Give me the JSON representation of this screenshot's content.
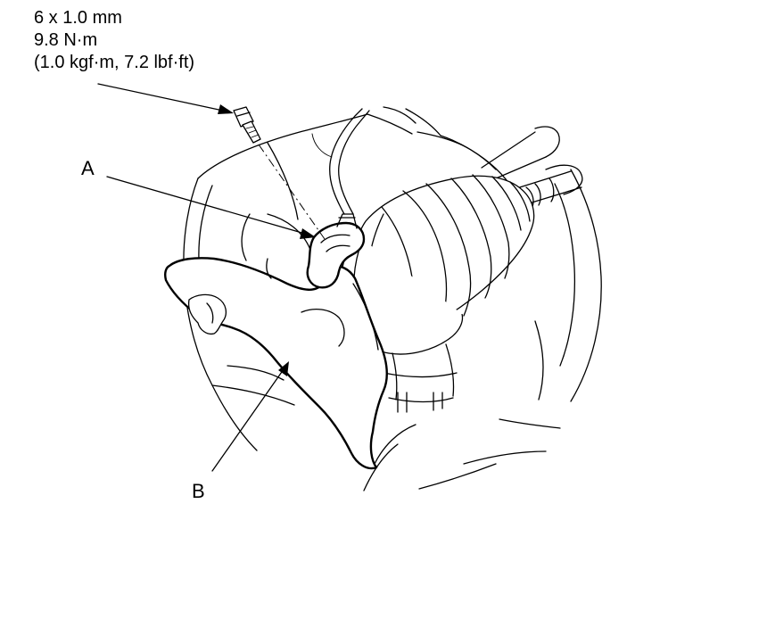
{
  "spec": {
    "size": "6 x 1.0 mm",
    "torque_nm": "9.8 N·m",
    "torque_alt": "(1.0 kgf·m, 7.2 lbf·ft)"
  },
  "callouts": {
    "a": "A",
    "b": "B"
  }
}
